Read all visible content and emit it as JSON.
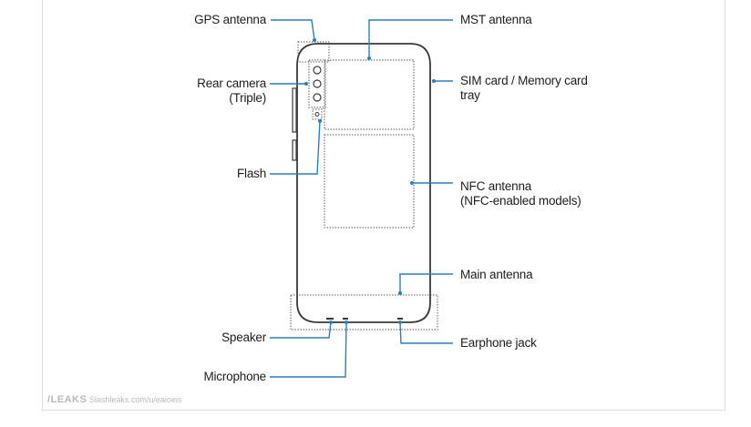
{
  "labels": {
    "gps_antenna": "GPS antenna",
    "rear_camera_line1": "Rear camera",
    "rear_camera_line2": "(Triple)",
    "flash": "Flash",
    "speaker": "Speaker",
    "microphone": "Microphone",
    "mst_antenna": "MST antenna",
    "sim_tray_line1": "SIM card / Memory card",
    "sim_tray_line2": "tray",
    "nfc_antenna_line1": "NFC antenna",
    "nfc_antenna_line2": "(NFC-enabled models)",
    "main_antenna": "Main antenna",
    "earphone_jack": "Earphone jack"
  },
  "watermark": {
    "brand": "/LEAKS",
    "text": "Slashleaks.com/u/eaioeis"
  },
  "colors": {
    "leader_line": "#2a7fc4",
    "outline": "#3a3a3a",
    "dotted_region": "#5a5a5a"
  }
}
